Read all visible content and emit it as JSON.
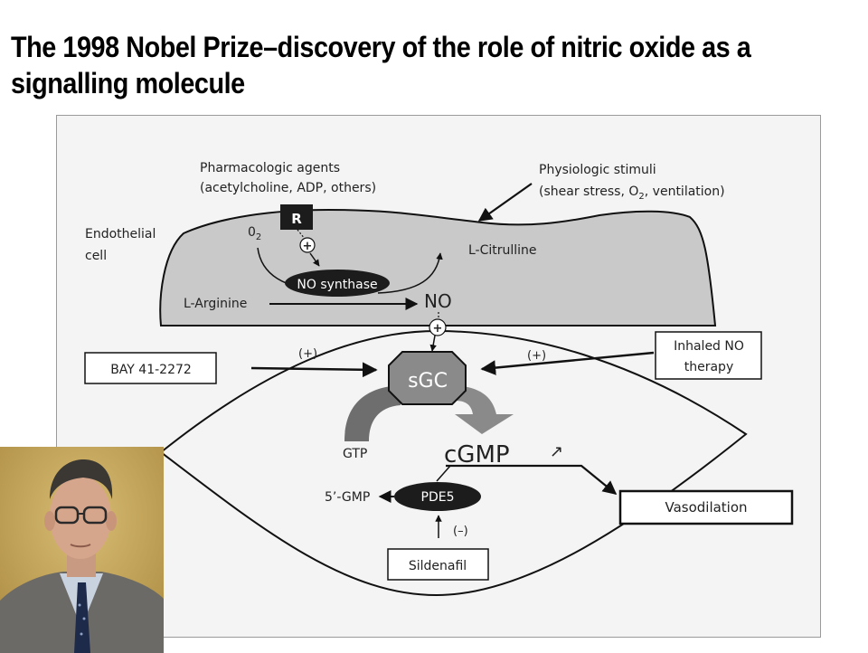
{
  "title": "The 1998 Nobel Prize–discovery of the role of nitric oxide as a signalling molecule",
  "diagram": {
    "pharmacologic_line1": "Pharmacologic agents",
    "pharmacologic_line2": "(acetylcholine, ADP, others)",
    "physiologic_line1": "Physiologic stimuli",
    "physiologic_line2_pre": "(shear stress, O",
    "physiologic_line2_sub": "2",
    "physiologic_line2_post": ", ventilation)",
    "endothelial_line1": "Endothelial",
    "endothelial_line2": "cell",
    "receptor": "R",
    "o2": "0",
    "o2_sub": "2",
    "plus": "+",
    "citrulline": "L-Citrulline",
    "no_synthase": "NO synthase",
    "arginine": "L-Arginine",
    "no": "NO",
    "bay": "BAY 41-2272",
    "plus_paren_left": "(+)",
    "plus_paren_right": "(+)",
    "inhaled_line1": "Inhaled NO",
    "inhaled_line2": "therapy",
    "sgc": "sGC",
    "gtp": "GTP",
    "cgmp": "cGMP",
    "cgmp_arrow": "↗",
    "five_gmp": "5’-GMP",
    "pde5": "PDE5",
    "vasodilation": "Vasodilation",
    "minus_paren": "(–)",
    "sildenafil": "Sildenafil"
  },
  "colors": {
    "cell_fill": "#c9c9c9",
    "figure_bg": "#f4f4f4",
    "dark_node": "#1c1c1c",
    "sgc_fill": "#8a8a8a",
    "gtp_arc": "#6e6e6e",
    "portrait_bg": "#b89c5a"
  }
}
